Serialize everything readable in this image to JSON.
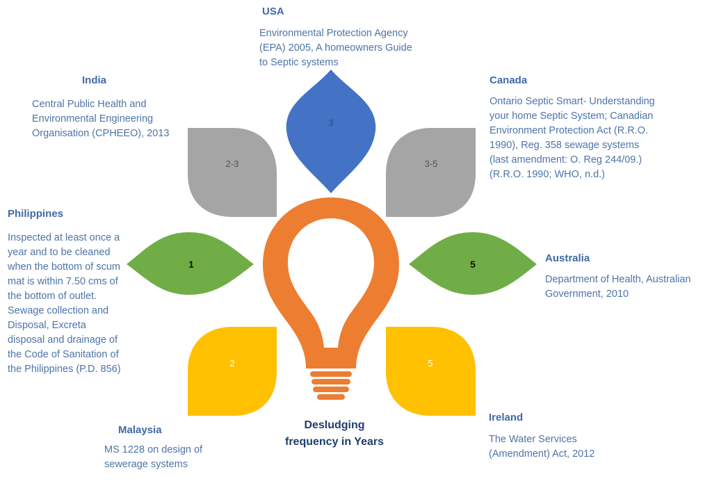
{
  "center_title": "Desludging frequency in Years",
  "colors": {
    "bulb": "#ed7d31",
    "blue": "#4472c4",
    "grey": "#a5a5a5",
    "green": "#70ad47",
    "gold": "#ffc000",
    "text": "#4a6e9c"
  },
  "petals": {
    "usa": "3",
    "india": "2-3",
    "canada": "3-5",
    "philippines": "1",
    "australia": "5",
    "malaysia": "2",
    "ireland": "5"
  },
  "countries": {
    "usa": {
      "name": "USA",
      "source": "Environmental Protection Agency (EPA) 2005, A homeowners Guide to Septic systems"
    },
    "india": {
      "name": "India",
      "source": "Central Public Health and Environmental Engineering Organisation (CPHEEO), 2013"
    },
    "canada": {
      "name": "Canada",
      "source": "Ontario Septic Smart- Understanding your home Septic System; Canadian Environment Protection Act (R.R.O. 1990), Reg. 358 sewage systems (last amendment: O. Reg 244/09.) (R.R.O. 1990; WHO, n.d.)"
    },
    "philippines": {
      "name": "Philippines",
      "source": "Inspected at least once a year and to be cleaned when the bottom of scum mat is within 7.50 cms of the bottom of outlet. Sewage collection and Disposal, Excreta disposal and drainage of the Code of Sanitation of the Philippines (P.D. 856)"
    },
    "australia": {
      "name": "Australia",
      "source": "Department of Health, Australian Government, 2010"
    },
    "malaysia": {
      "name": "Malaysia",
      "source": "MS 1228 on design of sewerage systems"
    },
    "ireland": {
      "name": "Ireland",
      "source": "The Water Services (Amendment) Act, 2012"
    }
  }
}
